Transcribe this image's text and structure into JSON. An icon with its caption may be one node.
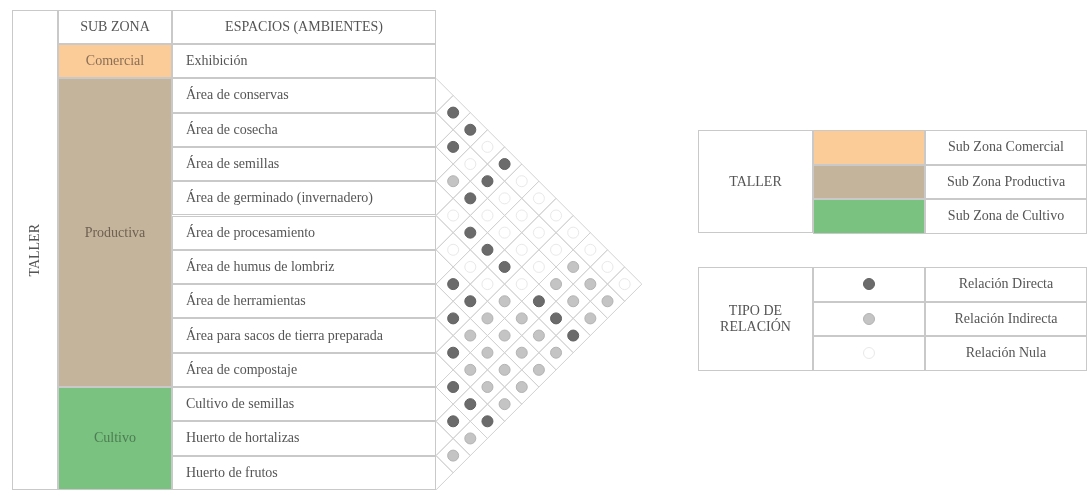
{
  "diagram": {
    "nodes": [
      {
        "text": [
          "TALLER"
        ]
      },
      {
        "text": [
          "Comercial"
        ]
      },
      {
        "text": [
          "Productiva"
        ]
      },
      {
        "text": [
          "Cultivo"
        ]
      },
      {
        "text": [
          "Exhibición"
        ]
      },
      {
        "text": [
          "Área de conservas"
        ]
      },
      {
        "text": [
          "Área de cosecha"
        ]
      },
      {
        "text": [
          "Área de semillas"
        ]
      },
      {
        "text": [
          "Área de germinado (invernadero)"
        ]
      },
      {
        "text": [
          "Área de procesamiento"
        ]
      },
      {
        "text": [
          "Área de humus de lombriz"
        ]
      },
      {
        "text": [
          "Área de herramientas"
        ]
      },
      {
        "text": [
          "Área para sacos de tierra preparada"
        ]
      },
      {
        "text": [
          "Área de compostaje"
        ]
      },
      {
        "text": [
          "Cultivo de semillas"
        ]
      },
      {
        "text": [
          "Huerto de hortalizas"
        ]
      },
      {
        "text": [
          "Huerto de frutos"
        ]
      }
    ],
    "labels": [
      "SUB ZONA",
      "ESPACIOS (AMBIENTES)",
      "TALLER",
      "TIPO DE RELACIÓN"
    ],
    "legend": [
      {
        "text": "Sub Zona Comercial",
        "color": "#fbcb98"
      },
      {
        "text": "Sub Zona Productiva",
        "color": "#c5b49c"
      },
      {
        "text": "Sub Zona de Cultivo",
        "color": "#79c280"
      },
      {
        "text": "Relación Directa",
        "color": "#6b6b6b"
      },
      {
        "text": "Relación Indirecta",
        "color": "#c4c4c4"
      },
      {
        "text": "Relación Nula",
        "color": "#ffffff"
      }
    ]
  }
}
